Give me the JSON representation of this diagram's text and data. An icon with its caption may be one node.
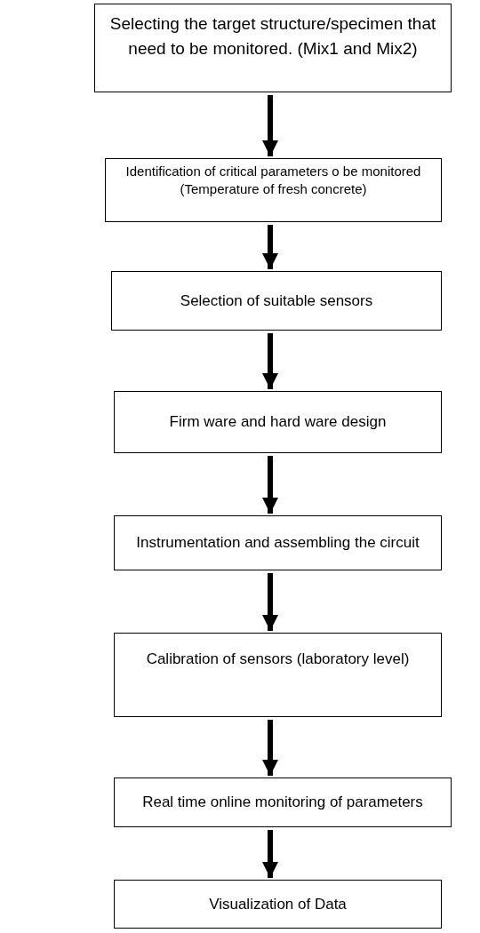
{
  "diagram": {
    "nodes": [
      {
        "text": [
          "Selecting the target structure/specimen that need to be monitored. (Mix1 and Mix2)"
        ]
      },
      {
        "text": [
          "Identification of critical parameters o be monitored",
          "(Temperature of fresh concrete)"
        ]
      },
      {
        "text": [
          "Selection of suitable sensors"
        ]
      },
      {
        "text": [
          "Firm ware and hard ware design"
        ]
      },
      {
        "text": [
          "Instrumentation and assembling the circuit"
        ]
      },
      {
        "text": [
          "Calibration of sensors (laboratory level)"
        ]
      },
      {
        "text": [
          "Real time online monitoring of parameters"
        ]
      },
      {
        "text": [
          "Visualization of Data"
        ]
      }
    ],
    "edges": [
      {
        "from": 0,
        "to": 1,
        "arrow": "to"
      },
      {
        "from": 1,
        "to": 2,
        "arrow": "to"
      },
      {
        "from": 2,
        "to": 3,
        "arrow": "to"
      },
      {
        "from": 3,
        "to": 4,
        "arrow": "to"
      },
      {
        "from": 4,
        "to": 5,
        "arrow": "to"
      },
      {
        "from": 5,
        "to": 6,
        "arrow": "to"
      },
      {
        "from": 6,
        "to": 7,
        "arrow": "to"
      }
    ]
  }
}
